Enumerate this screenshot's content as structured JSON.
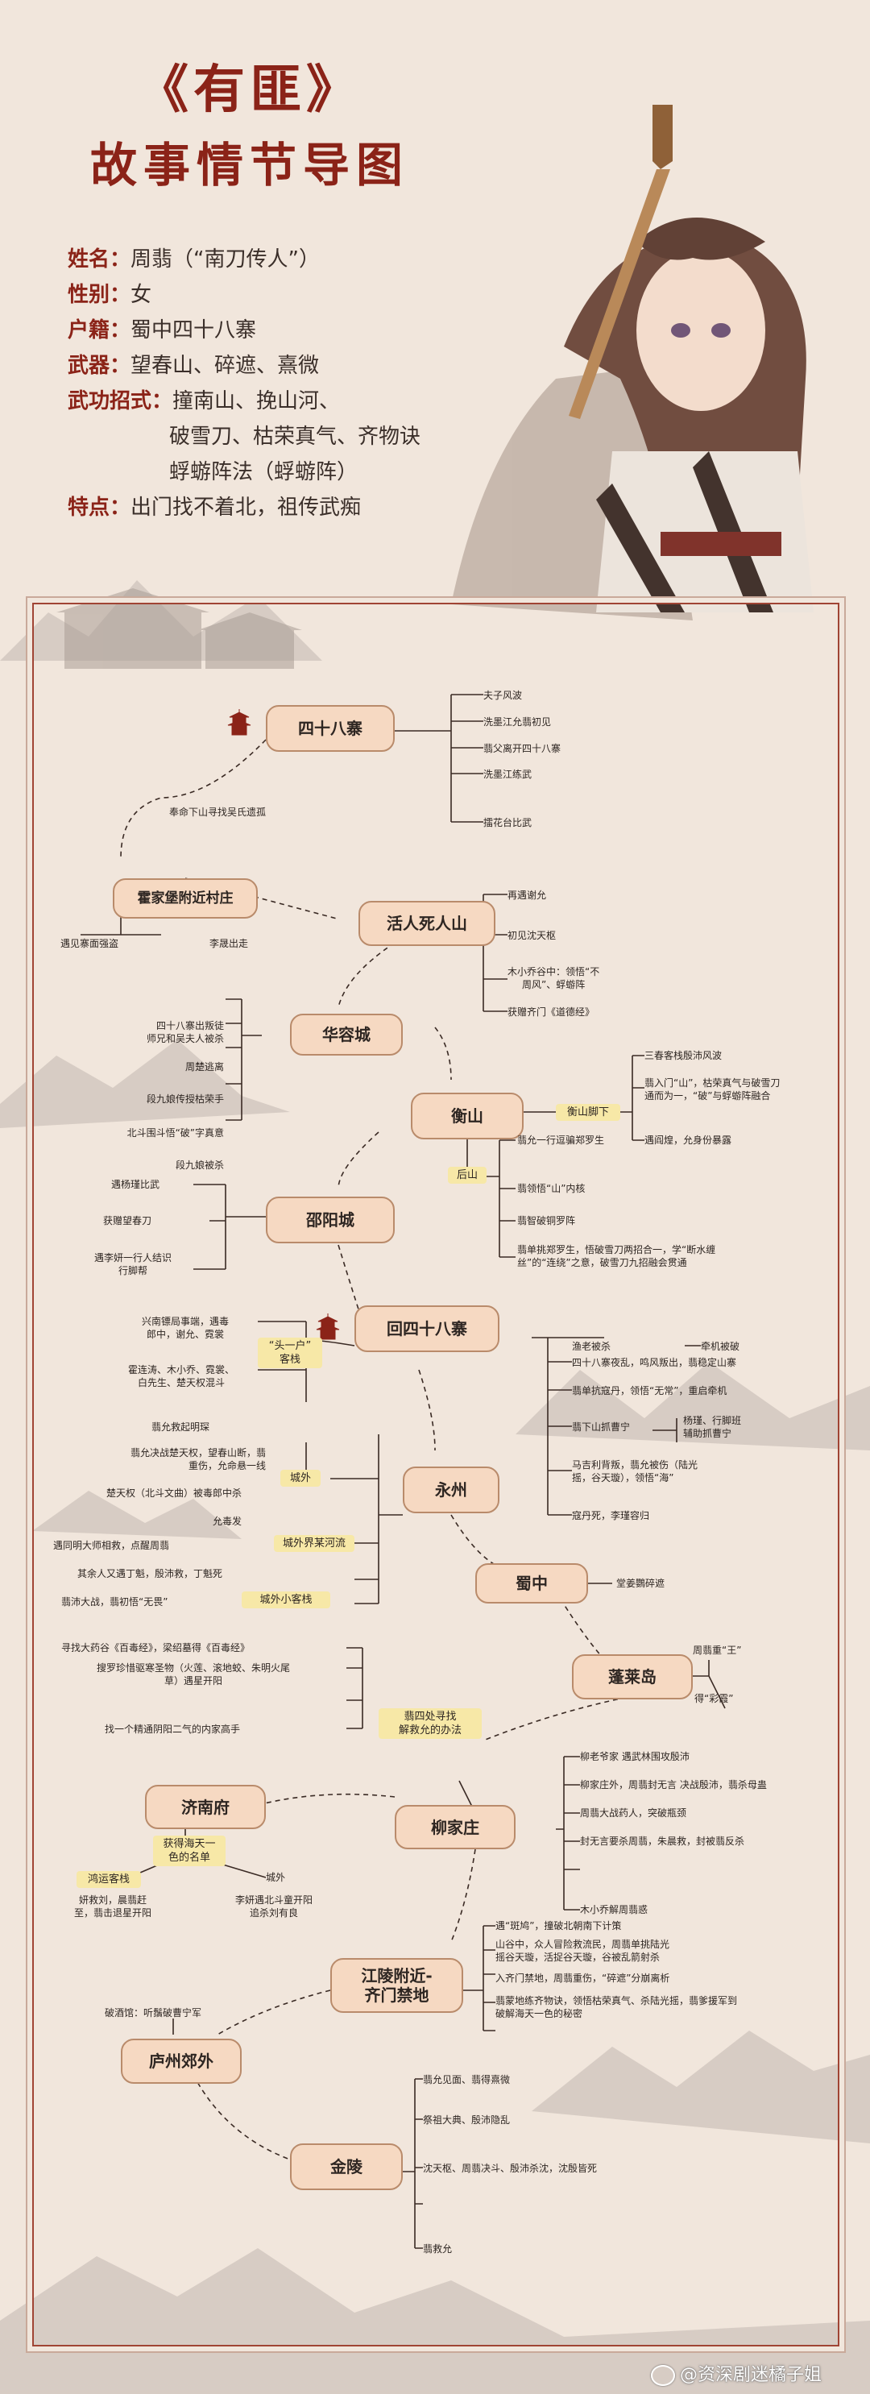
{
  "title": {
    "line1": "《有匪》",
    "line2": "故事情节导图"
  },
  "profile": {
    "name_k": "姓名：",
    "name_v": "周翡（“南刀传人”）",
    "gender_k": "性别：",
    "gender_v": "女",
    "home_k": "户籍：",
    "home_v": "蜀中四十八寨",
    "weapon_k": "武器：",
    "weapon_v": "望春山、碎遮、熹微",
    "skill_k": "武功招式：",
    "skill_v1": "撞南山、挽山河、",
    "skill_v2": "破雪刀、枯荣真气、齐物诀",
    "skill_v3": "蜉蝣阵法（蜉蝣阵）",
    "trait_k": "特点：",
    "trait_v": "出门找不着北，祖传武痴"
  },
  "nodes": {
    "n48": "四十八寨",
    "huojia": "霍家堡附近村庄",
    "huoren": "活人死人山",
    "huarong": "华容城",
    "hengshan": "衡山",
    "shaoyang": "邵阳城",
    "hui48": "回四十八寨",
    "yongzhou": "永州",
    "shuzhong": "蜀中",
    "penglai": "蓬莱岛",
    "jinan": "济南府",
    "liujia": "柳家庄",
    "jiangling1": "江陵附近-",
    "jiangling2": "齐门禁地",
    "luzhou": "庐州郊外",
    "jinling": "金陵"
  },
  "labels": {
    "n48_a": "夫子风波",
    "n48_b": "洗墨江允翡初见",
    "n48_c": "翡父离开四十八寨",
    "n48_d": "洗墨江练武",
    "n48_e": "擂花台比武",
    "to_huojia": "奉命下山寻找吴氏遗孤",
    "huojia_a": "遇见寨面强盗",
    "huojia_b": "李晟出走",
    "huoren_a": "再遇谢允",
    "huoren_b": "初见沈天枢",
    "huoren_c1": "木小乔谷中：领悟“不",
    "huoren_c2": "周风”、蜉蝣阵",
    "huoren_d": "获赠齐门《道德经》",
    "huarong_a1": "四十八寨出叛徒",
    "huarong_a2": "师兄和吴夫人被杀",
    "huarong_b": "周楚逃离",
    "huarong_c": "段九娘传授枯荣手",
    "huarong_d": "北斗围斗悟“破”字真意",
    "huarong_e": "段九娘被杀",
    "heng_foot": "衡山脚下",
    "heng_a": "三春客栈殷沛风波",
    "heng_b1": "翡入门“山”，枯荣真气与破雪刀",
    "heng_b2": "通而为一，“破”与蜉蝣阵融合",
    "heng_c": "遇阎煌，允身份暴露",
    "houshan": "后山",
    "houshan_a": "翡允一行逗骗郑罗生",
    "houshan_b": "翡领悟“山”内核",
    "houshan_c": "翡智破铜罗阵",
    "houshan_d1": "翡单挑郑罗生，悟破雪刀两招合一，学“断水缠",
    "houshan_d2": "丝”的“连绕”之意，破雪刀九招融会贯通",
    "shao_a": "遇杨瑾比武",
    "shao_b": "获赠望春刀",
    "shao_c1": "遇李妍一行人结识",
    "shao_c2": "行脚帮",
    "inn1": "“头一户”",
    "inn2": "客栈",
    "inn_a1": "兴南镖局事端，遇毒",
    "inn_a2": "郎中，谢允、霓裳",
    "inn_b1": "霍连涛、木小乔、霓裳、",
    "inn_b2": "白先生、楚天权混斗",
    "hui_a": "渔老被杀",
    "hui_a2": "牵机被破",
    "hui_b": "四十八寨夜乱，鸣风叛出，翡稳定山寨",
    "hui_c": "翡单抗寇丹，领悟“无常”，重启牵机",
    "hui_d": "翡下山抓曹宁",
    "hui_d2a": "杨瑾、行脚班",
    "hui_d2b": "辅助抓曹宁",
    "hui_e1": "马吉利背叛，翡允被伤（陆光",
    "hui_e2": "摇，谷天璇），领悟“海”",
    "hui_f": "寇丹死，李瑾容归",
    "cw": "城外",
    "cw_a": "翡允救起明琛",
    "cw_b1": "翡允决战楚天权，望春山断，翡",
    "cw_b2": "重伤，允命悬一线",
    "cw_c": "楚天权（北斗文曲）被毒郎中杀",
    "cw_d": "允毒发",
    "river": "城外界某河流",
    "river_a": "遇同明大师相救，点醒周翡",
    "small": "城外小客栈",
    "small_a": "其余人又遇丁魁，殷沛救，丁魁死",
    "small_b": "翡沛大战，翡初悟“无畏”",
    "shu_a": "堂姜鸚碎遮",
    "pl_a": "周翡重“王”",
    "pl_b": "得“彩霞”",
    "pl_l1": "寻找大药谷《百毒经》，梁绍墓得《百毒经》",
    "pl_l2a": "搜罗珍惜驱寒圣物（火莲、滚地蛟、朱明火尾",
    "pl_l2b": "草）遇星开阳",
    "pl_l3": "找一个精通阴阳二气的内家高手",
    "pl_hl1": "翡四处寻找",
    "pl_hl2": "解救允的办法",
    "lj_a": "柳老爷家 遇武林围攻殷沛",
    "lj_b": "柳家庄外，周翡封无言 决战殷沛，翡杀母蛊",
    "lj_c": "周翡大战药人，突破瓶颈",
    "lj_d": "封无言要杀周翡，朱晨救，封被翡反杀",
    "lj_e": "木小乔解周翡惑",
    "jn_hl1": "获得海天一",
    "jn_hl2": "色的名单",
    "jn_inn": "鸿运客栈",
    "jn_inn_a1": "妍救刘，晨翡赶",
    "jn_inn_a2": "至，翡击退星开阳",
    "jn_out": "城外",
    "jn_out_a1": "李妍遇北斗童开阳",
    "jn_out_a2": "追杀刘有良",
    "jl_a": "遇“斑鸠”，撞破北朝南下计策",
    "jl_b1": "山谷中，众人冒险救流民，周翡单挑陆光",
    "jl_b2": "摇谷天璇，活捉谷天璇，谷被乱箭射杀",
    "jl_c": "入齐门禁地，周翡重伤，“碎遮”分崩离析",
    "jl_d1": "翡蒙地练齐物诀，领悟枯荣真气、杀陆光摇，翡爹援军到",
    "jl_d2": "破解海天一色的秘密",
    "lz_a": "破酒馆：听鬚破曹宁军",
    "jl2_a": "翡允见面、翡得熹微",
    "jl2_b": "祭祖大典、殷沛隐乱",
    "jl2_c": "沈天枢、周翡决斗、殷沛杀沈，沈殷皆死",
    "jl2_d": "翡救允"
  },
  "watermark": "@资深剧迷橘子姐",
  "colors": {
    "title": "#8b2318",
    "node_fill": "#f6d9c2",
    "highlight": "#f7e8a7",
    "frame": "#a04434",
    "background": "#f1e6dc"
  }
}
